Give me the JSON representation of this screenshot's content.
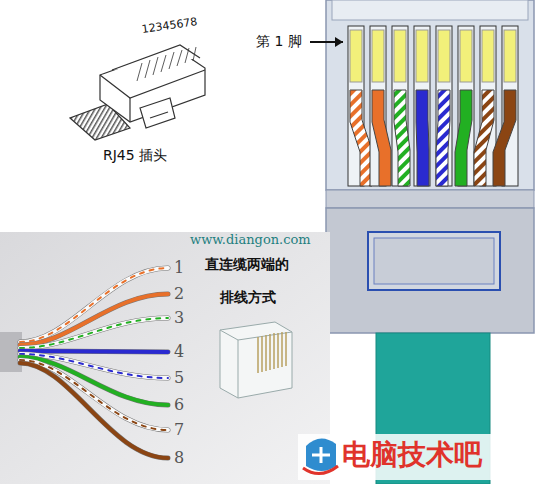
{
  "diagram": {
    "labels": [
      "12345678",
      "RJ45 插头",
      "第 1 脚",
      "www.diangon.com",
      "直连缆两端的",
      "排线方式",
      "1",
      "2",
      "3",
      "4",
      "5",
      "6",
      "7",
      "8",
      "电脑技术吧"
    ]
  }
}
